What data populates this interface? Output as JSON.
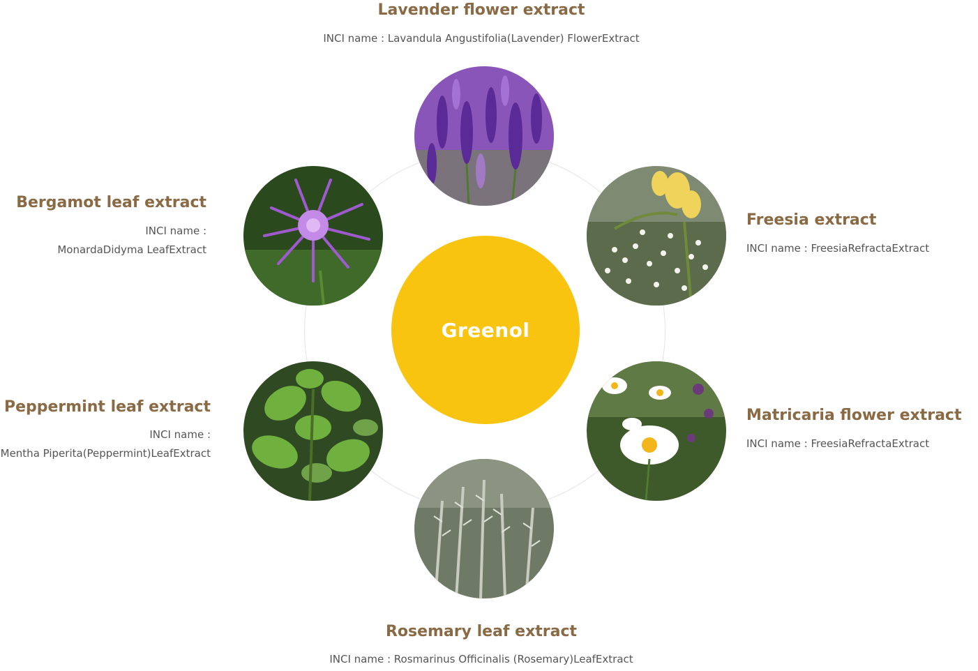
{
  "center": {
    "label": "Greenol"
  },
  "ingredients": {
    "lavender": {
      "title": "Lavender flower extract",
      "inci_line1": "INCI name : Lavandula Angustifolia(Lavender) FlowerExtract"
    },
    "freesia": {
      "title": "Freesia extract",
      "inci_line1": "INCI name : FreesiaRefractaExtract"
    },
    "matricaria": {
      "title": "Matricaria flower extract",
      "inci_line1": "INCI name : FreesiaRefractaExtract"
    },
    "rosemary": {
      "title": "Rosemary leaf extract",
      "inci_line1": "INCI name : Rosmarinus Officinalis (Rosemary)LeafExtract"
    },
    "peppermint": {
      "title": "Peppermint leaf extract",
      "inci_line1": "INCI name :",
      "inci_line2": "Mentha Piperita(Peppermint)LeafExtract"
    },
    "bergamot": {
      "title": "Bergamot leaf extract",
      "inci_line1": "INCI name :",
      "inci_line2": "MonardaDidyma LeafExtract"
    }
  },
  "colors": {
    "center_fill": "#f8c40f",
    "title_text": "#8a6a45",
    "body_text": "#555555",
    "ring": "#e4e4e4"
  }
}
